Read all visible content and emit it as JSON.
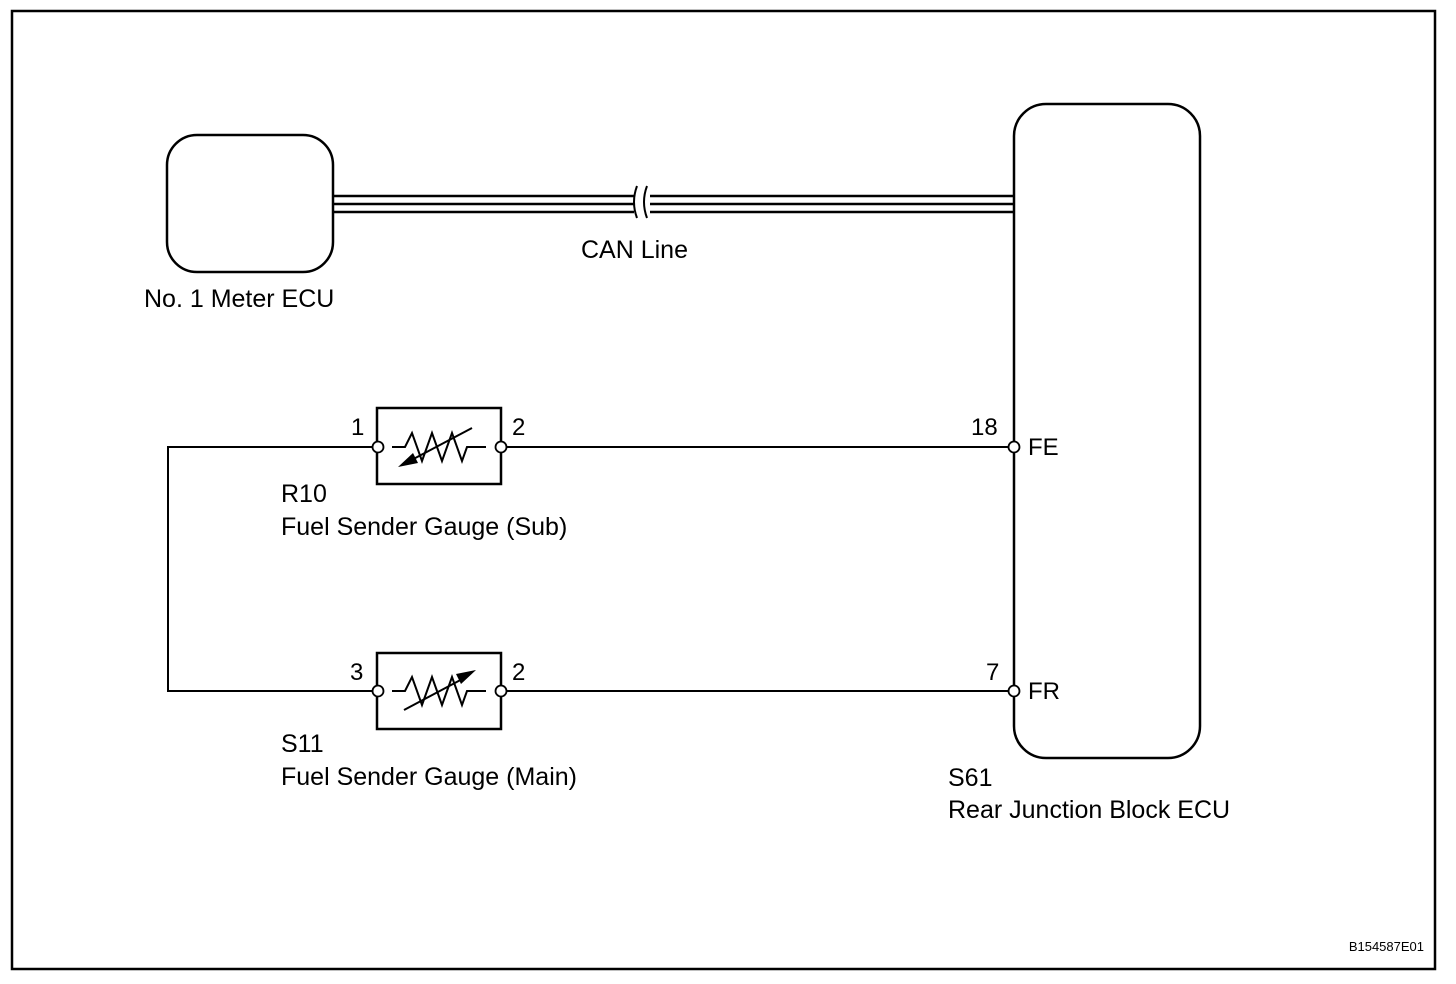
{
  "diagram": {
    "bus_label": "CAN Line",
    "figure_code": "B154587E01",
    "components": {
      "meter_ecu": {
        "name": "No. 1 Meter ECU"
      },
      "rear_jb_ecu": {
        "code": "S61",
        "name": "Rear Junction Block ECU",
        "pins": [
          {
            "number": "18",
            "signal": "FE"
          },
          {
            "number": "7",
            "signal": "FR"
          }
        ]
      },
      "sender_sub": {
        "code": "R10",
        "name": "Fuel Sender Gauge (Sub)",
        "pins": [
          "1",
          "2"
        ]
      },
      "sender_main": {
        "code": "S11",
        "name": "Fuel Sender Gauge (Main)",
        "pins": [
          "3",
          "2"
        ]
      }
    }
  }
}
